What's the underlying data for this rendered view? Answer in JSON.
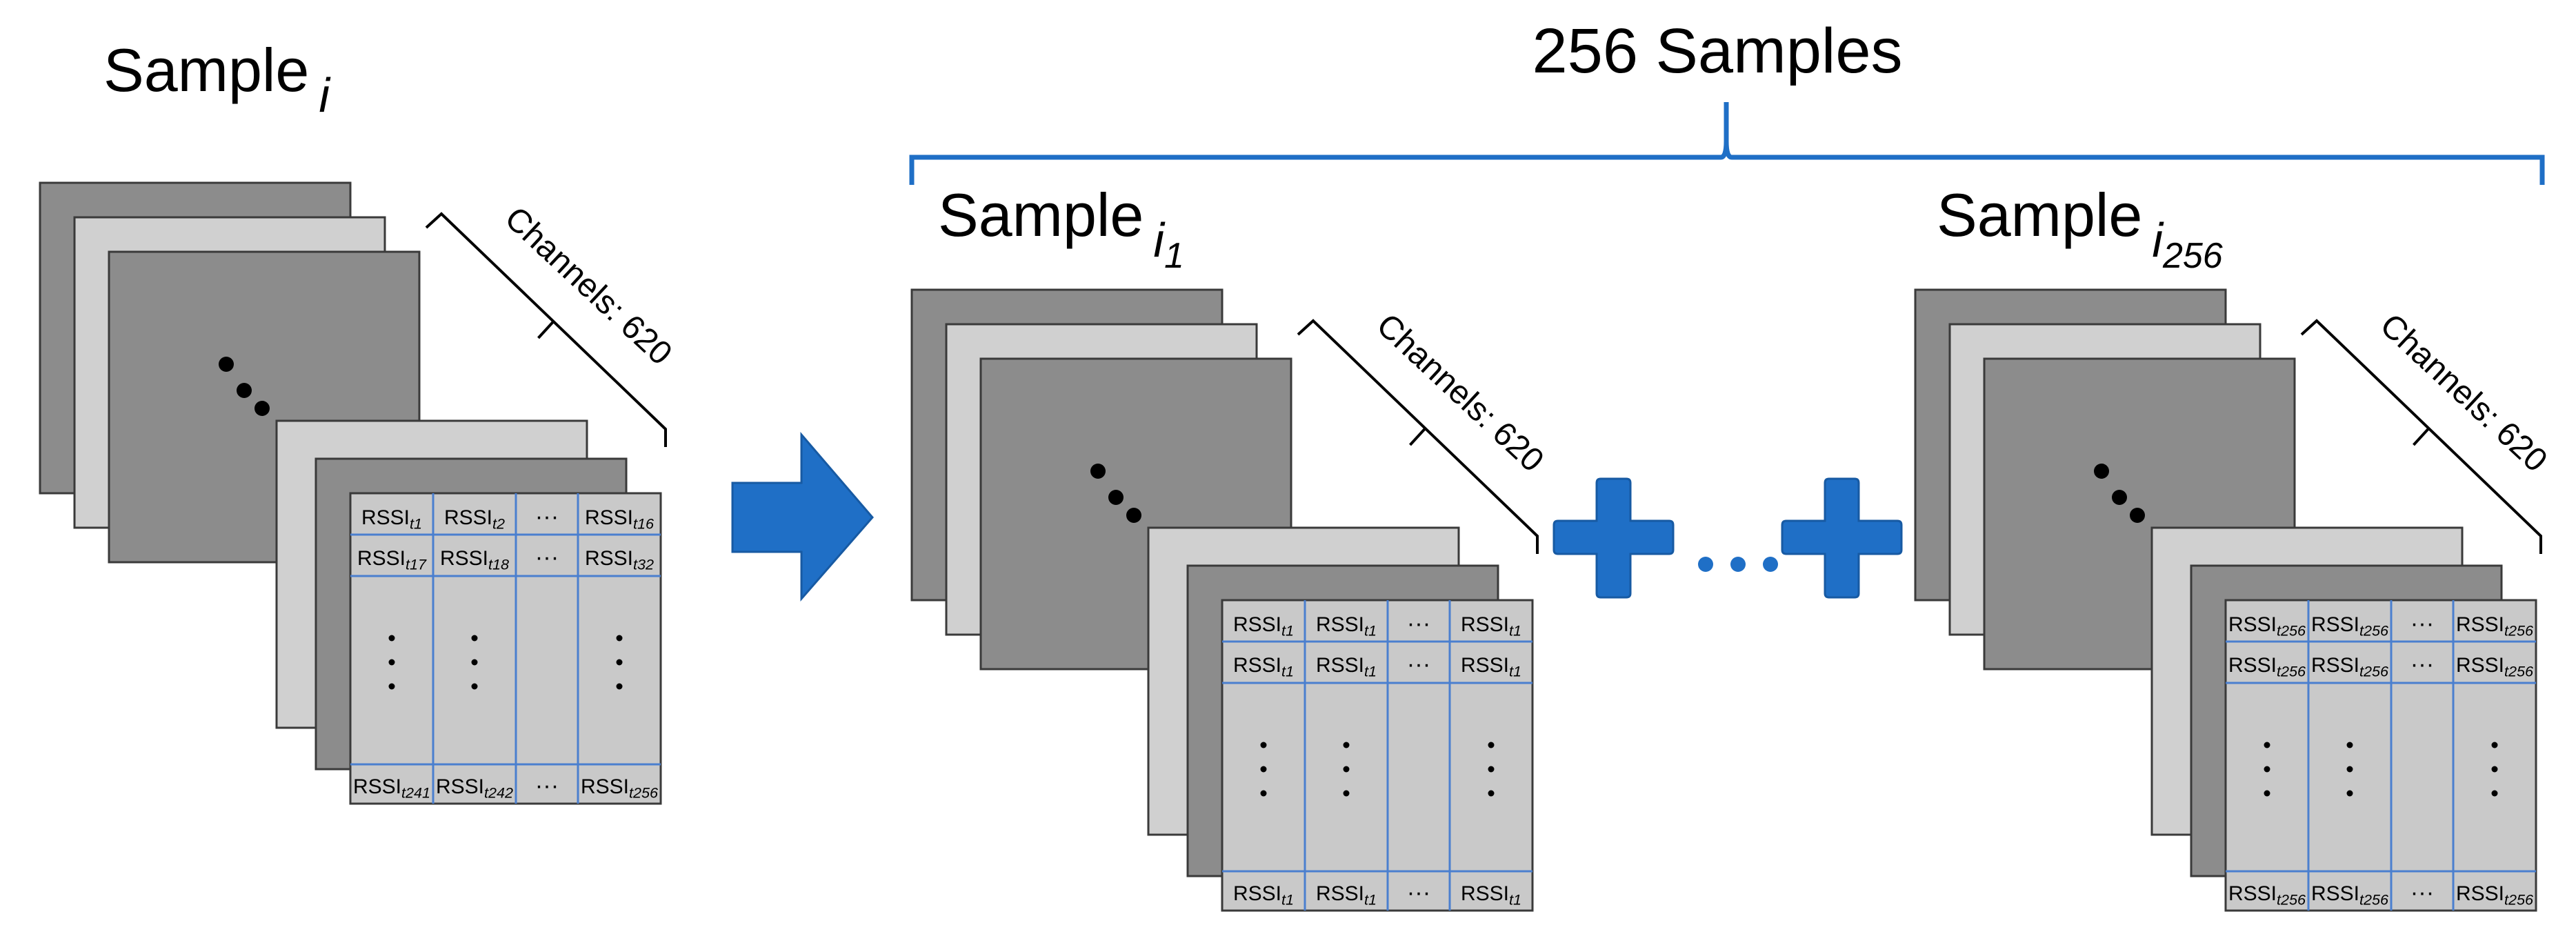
{
  "header": {
    "title": "256 Samples"
  },
  "stacks": [
    {
      "key": "left",
      "label": {
        "base": "Sample",
        "sub": "i",
        "sub2": ""
      },
      "channels": "Channels: 620",
      "grid": {
        "top_row": [
          {
            "base": "RSSI",
            "sub": "t1"
          },
          {
            "base": "RSSI",
            "sub": "t2"
          },
          {
            "base": "",
            "sub": "",
            "text": "···"
          },
          {
            "base": "RSSI",
            "sub": "t16"
          }
        ],
        "second_row": [
          {
            "base": "RSSI",
            "sub": "t17"
          },
          {
            "base": "RSSI",
            "sub": "t18"
          },
          {
            "base": "",
            "sub": "",
            "text": "···"
          },
          {
            "base": "RSSI",
            "sub": "t32"
          }
        ],
        "bottom_row": [
          {
            "base": "RSSI",
            "sub": "t241"
          },
          {
            "base": "RSSI",
            "sub": "t242"
          },
          {
            "base": "",
            "sub": "",
            "text": "···"
          },
          {
            "base": "RSSI",
            "sub": "t256"
          }
        ]
      }
    },
    {
      "key": "mid",
      "label": {
        "base": "Sample",
        "sub": "i",
        "sub2": "1"
      },
      "channels": "Channels: 620",
      "grid": {
        "top_row": [
          {
            "base": "RSSI",
            "sub": "t1"
          },
          {
            "base": "RSSI",
            "sub": "t1"
          },
          {
            "base": "",
            "sub": "",
            "text": "···"
          },
          {
            "base": "RSSI",
            "sub": "t1"
          }
        ],
        "second_row": [
          {
            "base": "RSSI",
            "sub": "t1"
          },
          {
            "base": "RSSI",
            "sub": "t1"
          },
          {
            "base": "",
            "sub": "",
            "text": "···"
          },
          {
            "base": "RSSI",
            "sub": "t1"
          }
        ],
        "bottom_row": [
          {
            "base": "RSSI",
            "sub": "t1"
          },
          {
            "base": "RSSI",
            "sub": "t1"
          },
          {
            "base": "",
            "sub": "",
            "text": "···"
          },
          {
            "base": "RSSI",
            "sub": "t1"
          }
        ]
      }
    },
    {
      "key": "right",
      "label": {
        "base": "Sample",
        "sub": "i",
        "sub2": "256"
      },
      "channels": "Channels: 620",
      "grid": {
        "top_row": [
          {
            "base": "RSSI",
            "sub": "t256"
          },
          {
            "base": "RSSI",
            "sub": "t256"
          },
          {
            "base": "",
            "sub": "",
            "text": "···"
          },
          {
            "base": "RSSI",
            "sub": "t256"
          }
        ],
        "second_row": [
          {
            "base": "RSSI",
            "sub": "t256"
          },
          {
            "base": "RSSI",
            "sub": "t256"
          },
          {
            "base": "",
            "sub": "",
            "text": "···"
          },
          {
            "base": "RSSI",
            "sub": "t256"
          }
        ],
        "bottom_row": [
          {
            "base": "RSSI",
            "sub": "t256"
          },
          {
            "base": "RSSI",
            "sub": "t256"
          },
          {
            "base": "",
            "sub": "",
            "text": "···"
          },
          {
            "base": "RSSI",
            "sub": "t256"
          }
        ]
      }
    }
  ],
  "colors": {
    "dark_gray": "#8c8c8c",
    "light_gray": "#d0d0d0",
    "grid_fill": "#c9c9c9",
    "grid_line": "#4a7fcf",
    "accent_blue": "#1f6fc6",
    "outline": "#3a3a3a"
  },
  "icons": {
    "arrow": "right-arrow-icon",
    "plus": "plus-icon",
    "ellipsis": "ellipsis-icon"
  }
}
